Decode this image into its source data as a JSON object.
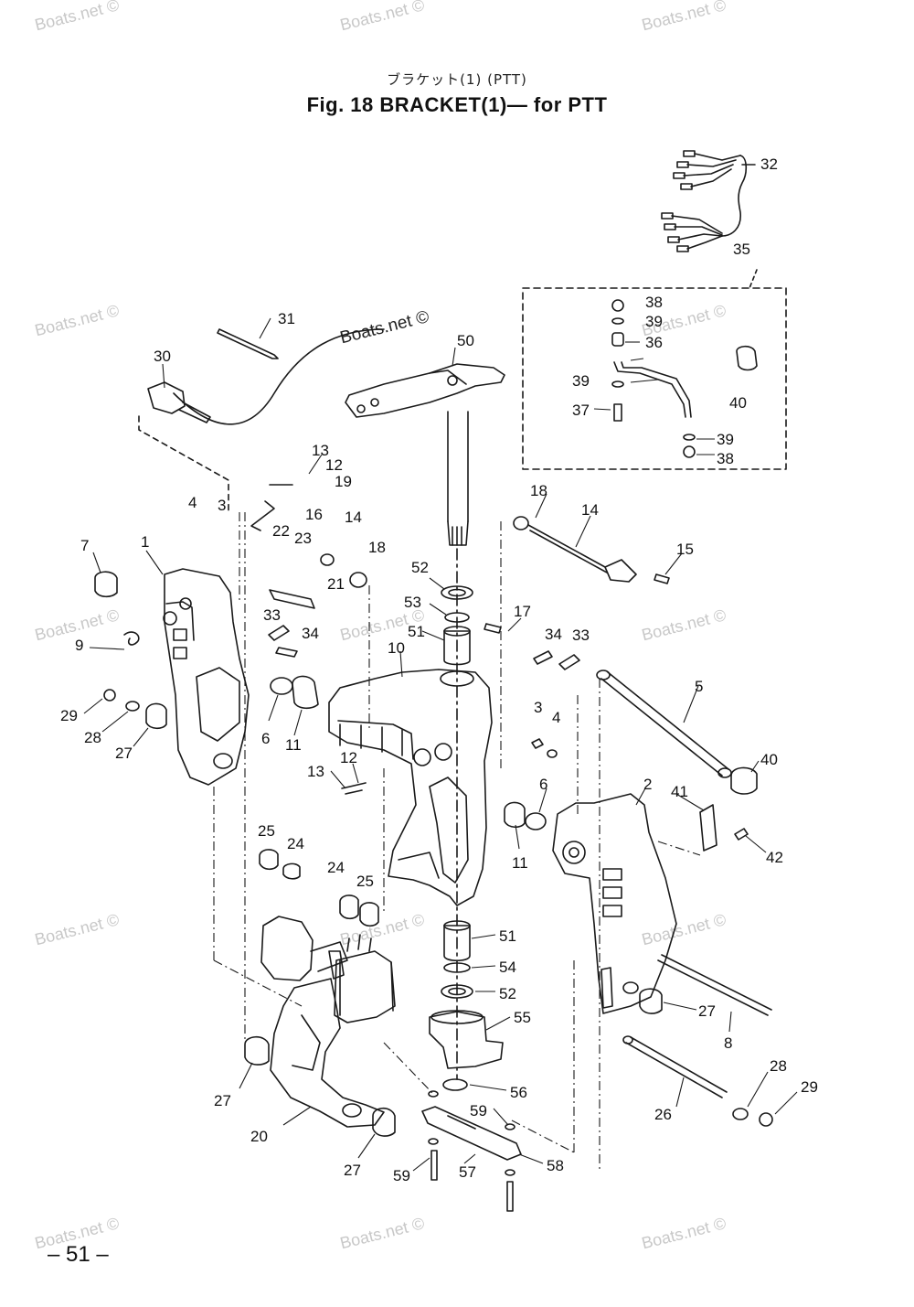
{
  "header": {
    "jp_title": "ブラケット(1) (PTT)",
    "title": "Fig. 18   BRACKET(1)— for PTT"
  },
  "watermark": "Boats.net ©",
  "footer": {
    "page_number": "– 51 –"
  },
  "parts": [
    "1",
    "2",
    "3",
    "4",
    "5",
    "6",
    "7",
    "8",
    "9",
    "10",
    "11",
    "12",
    "13",
    "14",
    "15",
    "16",
    "17",
    "18",
    "19",
    "20",
    "21",
    "22",
    "23",
    "24",
    "25",
    "26",
    "27",
    "28",
    "29",
    "30",
    "31",
    "32",
    "33",
    "34",
    "35",
    "36",
    "37",
    "38",
    "39",
    "40",
    "41",
    "42",
    "50",
    "51",
    "52",
    "53",
    "54",
    "55",
    "56",
    "57",
    "58",
    "59"
  ]
}
